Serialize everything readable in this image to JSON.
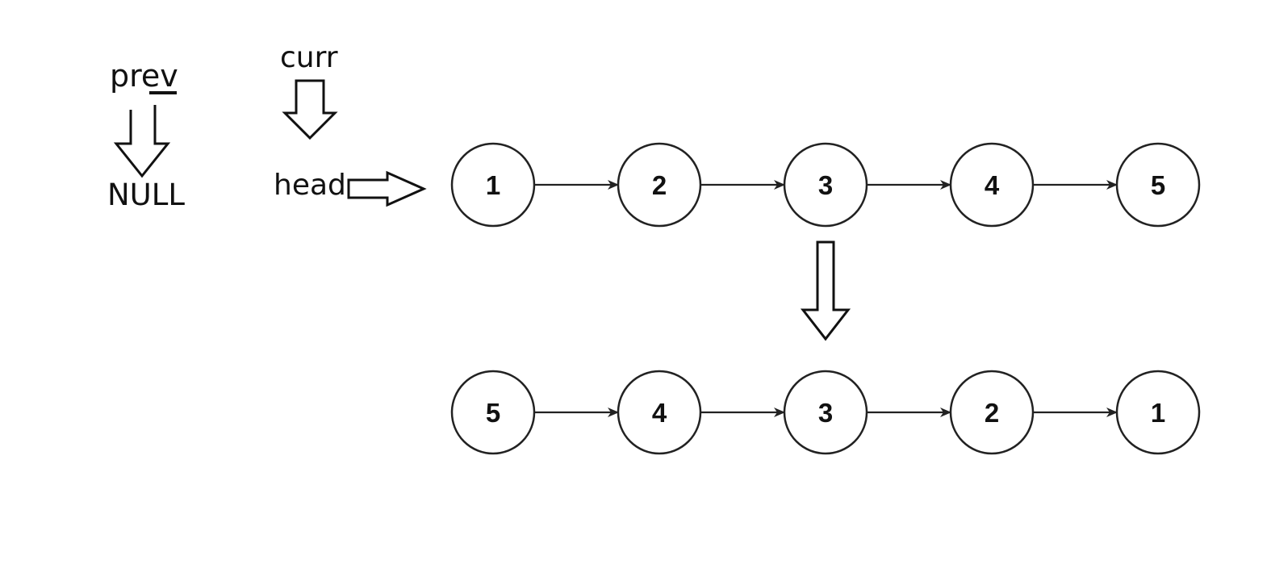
{
  "pointers": {
    "prev_label": "prev",
    "curr_label": "curr",
    "null_label": "NULL",
    "head_label": "head"
  },
  "original_list": {
    "nodes": [
      "1",
      "2",
      "3",
      "4",
      "5"
    ]
  },
  "reversed_list": {
    "nodes": [
      "5",
      "4",
      "3",
      "2",
      "1"
    ]
  },
  "colors": {
    "stroke": "#222222",
    "background": "#ffffff"
  }
}
